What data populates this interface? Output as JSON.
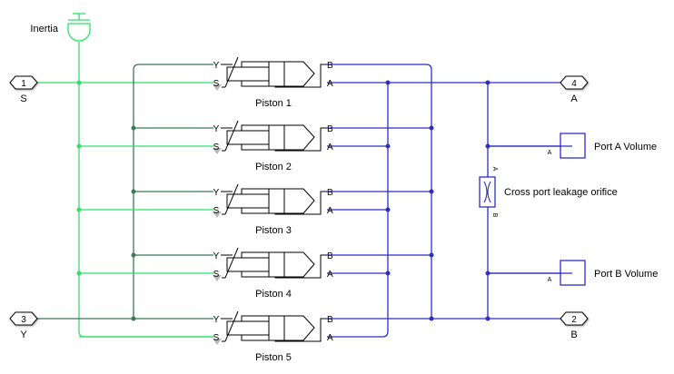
{
  "diagram": {
    "colors": {
      "mechanical_rotational": "#2ee06a",
      "mechanical_translational": "#3a7a55",
      "hydraulic": "#2b2fc0",
      "reference_marker": "#b8b8b8"
    },
    "ports": [
      {
        "id": "port-1",
        "number": "1",
        "label": "S"
      },
      {
        "id": "port-3",
        "number": "3",
        "label": "Y"
      },
      {
        "id": "port-4",
        "number": "4",
        "label": "A"
      },
      {
        "id": "port-2",
        "number": "2",
        "label": "B"
      }
    ],
    "inertia": {
      "label": "Inertia"
    },
    "pistons": [
      {
        "label": "Piston 1",
        "port_y": "Y",
        "port_s": "S",
        "port_b": "B",
        "port_a": "A"
      },
      {
        "label": "Piston 2",
        "port_y": "Y",
        "port_s": "S",
        "port_b": "B",
        "port_a": "A"
      },
      {
        "label": "Piston 3",
        "port_y": "Y",
        "port_s": "S",
        "port_b": "B",
        "port_a": "A"
      },
      {
        "label": "Piston 4",
        "port_y": "Y",
        "port_s": "S",
        "port_b": "B",
        "port_a": "A"
      },
      {
        "label": "Piston 5",
        "port_y": "Y",
        "port_s": "S",
        "port_b": "B",
        "port_a": "A"
      }
    ],
    "orifice": {
      "label": "Cross port leakage orifice",
      "port_top": "A",
      "port_bottom": "B"
    },
    "volumes": [
      {
        "label": "Port A Volume",
        "port": "A"
      },
      {
        "label": "Port B Volume",
        "port": "A"
      }
    ]
  }
}
